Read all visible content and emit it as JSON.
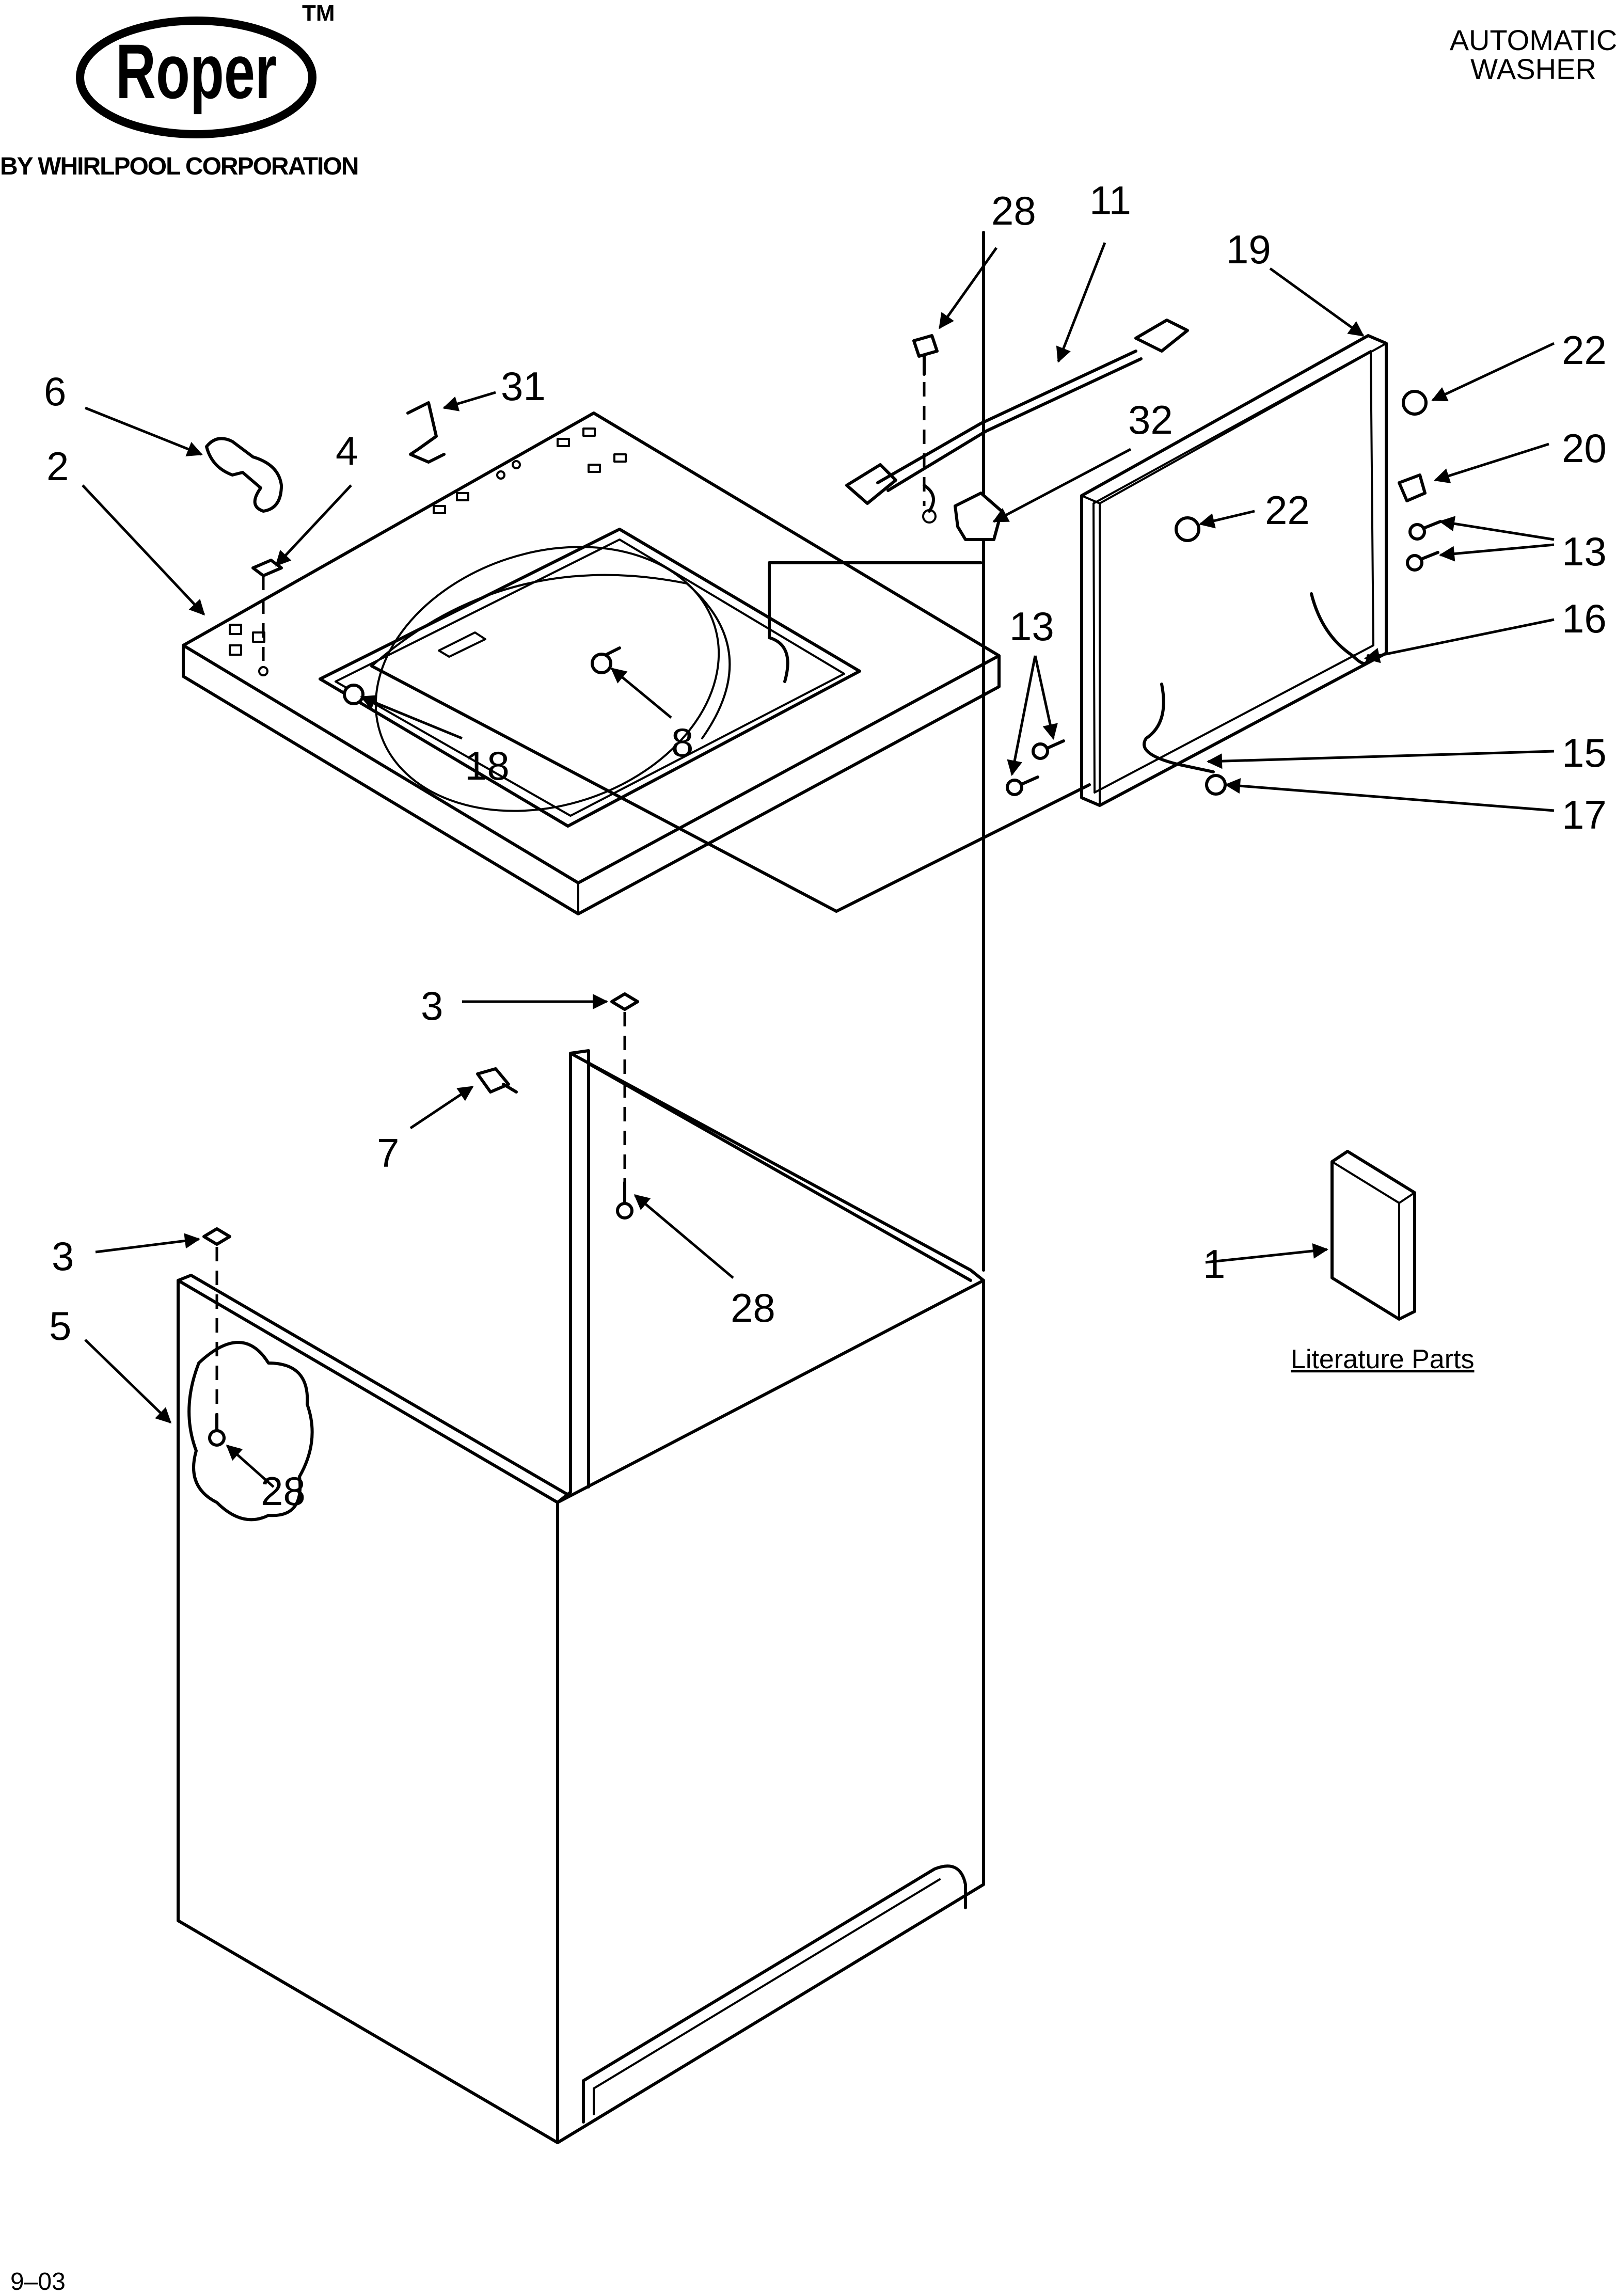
{
  "brand": {
    "logo_text": "Roper",
    "trademark": "TM",
    "byline": "BY WHIRLPOOL CORPORATION"
  },
  "title": {
    "line1": "AUTOMATIC",
    "line2": "WASHER"
  },
  "footer": {
    "date_code": "9–03"
  },
  "literature": {
    "caption": "Literature Parts"
  },
  "callouts": {
    "c28_top": "28",
    "c11": "11",
    "c19": "19",
    "c22_right": "22",
    "c20": "20",
    "c6": "6",
    "c31": "31",
    "c32": "32",
    "c22_mid": "22",
    "c2": "2",
    "c4": "4",
    "c13_right": "13",
    "c16": "16",
    "c13_left": "13",
    "c15": "15",
    "c17": "17",
    "c18": "18",
    "c8": "8",
    "c3_top": "3",
    "c7": "7",
    "c3_left": "3",
    "c28_mid": "28",
    "c1": "1",
    "c5": "5",
    "c28_low": "28"
  }
}
